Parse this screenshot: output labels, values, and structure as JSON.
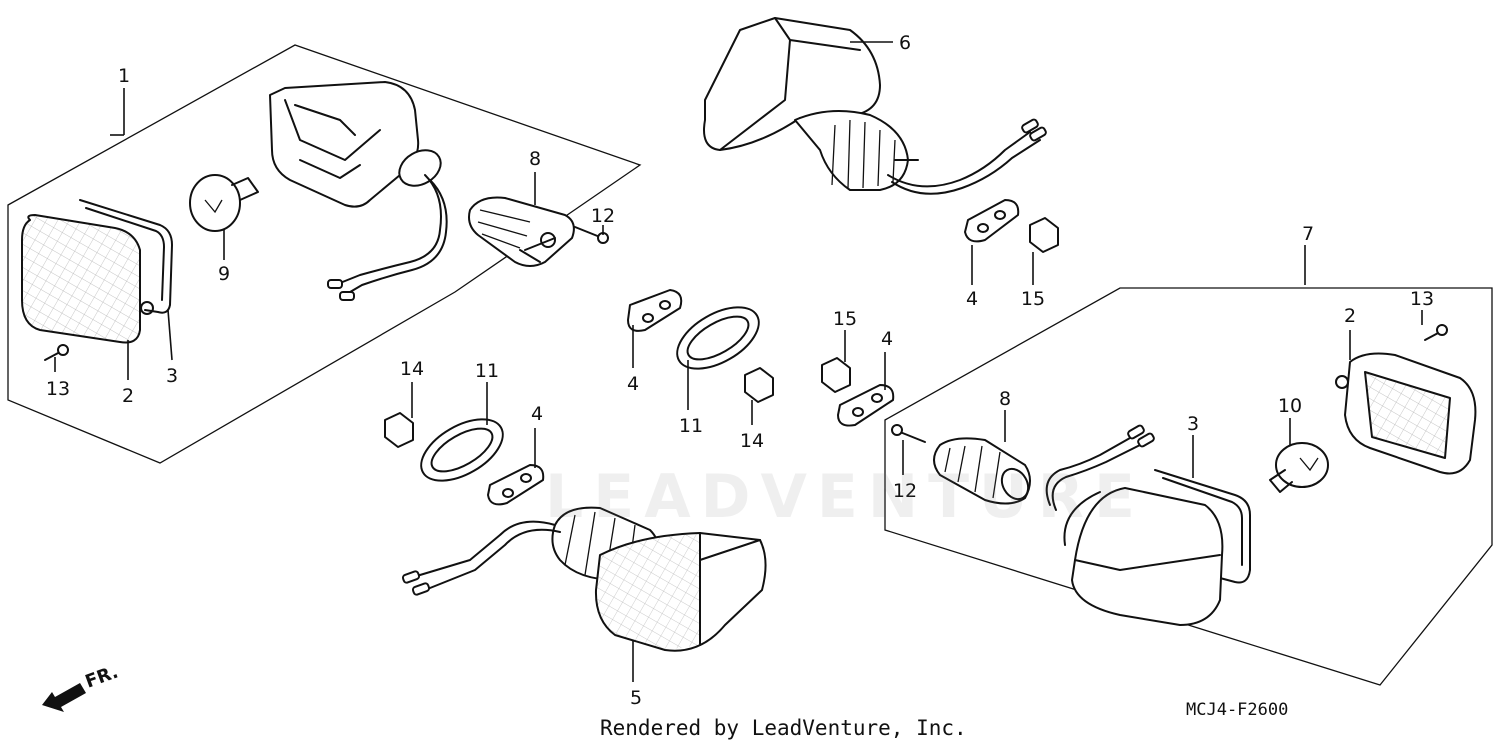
{
  "diagram": {
    "callouts": {
      "c1": "1",
      "c2a": "2",
      "c3a": "3",
      "c13a": "13",
      "c9": "9",
      "c8a": "8",
      "c12a": "12",
      "c6": "6",
      "c4a": "4",
      "c15a": "15",
      "c4b": "4",
      "c11a": "11",
      "c14a": "14",
      "c15b": "15",
      "c4c": "4",
      "c14b": "14",
      "c11b": "11",
      "c4d": "4",
      "c5": "5",
      "c7": "7",
      "c13b": "13",
      "c2b": "2",
      "c8b": "8",
      "c3b": "3",
      "c10": "10",
      "c12b": "12"
    },
    "direction_label": "FR.",
    "credit": "Rendered by LeadVenture, Inc.",
    "diagram_code": "MCJ4-F2600",
    "watermark": "LEADVENTURE"
  }
}
